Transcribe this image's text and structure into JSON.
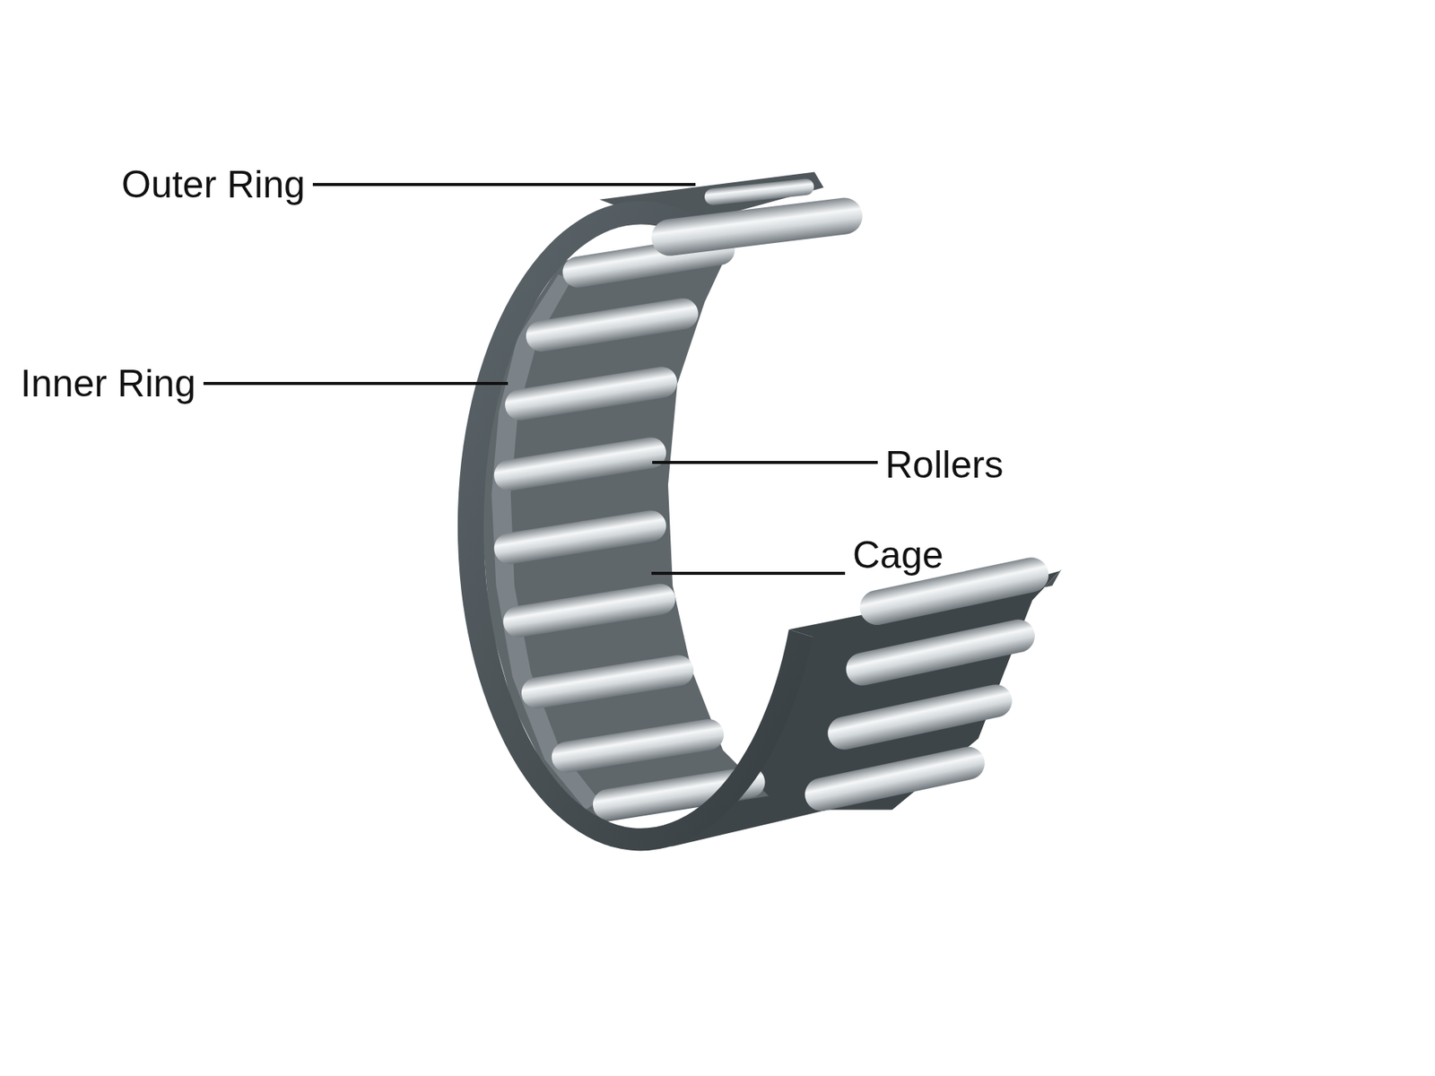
{
  "diagram": {
    "labels": [
      "Outer Ring",
      "Inner Ring",
      "Rollers",
      "Cage"
    ]
  }
}
